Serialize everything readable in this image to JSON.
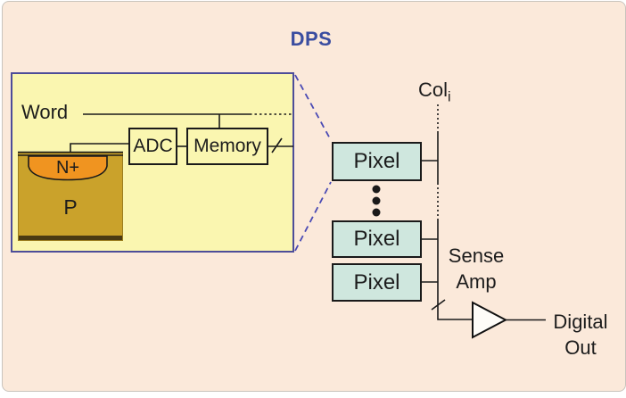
{
  "title": "DPS",
  "colors": {
    "background": "#fbe9da",
    "title_blue": "#3a4da0",
    "inset_fill": "#faf6b0",
    "inset_border": "#4d4d99",
    "p_fill": "#caa22b",
    "nplus_fill": "#f09420",
    "substrate_bar": "#4a3a12",
    "pixel_fill": "#cfe7de",
    "line": "#1a1a1a",
    "zoom_dash_blue": "#4a4ab4"
  },
  "inset": {
    "word_label": "Word",
    "adc_label": "ADC",
    "memory_label": "Memory",
    "nplus_label": "N+",
    "p_label": "P"
  },
  "column": {
    "label": "Col",
    "subscript": "i"
  },
  "pixels": [
    {
      "label": "Pixel"
    },
    {
      "label": "Pixel"
    },
    {
      "label": "Pixel"
    }
  ],
  "sense_amp": {
    "line1": "Sense",
    "line2": "Amp"
  },
  "output": {
    "line1": "Digital",
    "line2": "Out"
  }
}
